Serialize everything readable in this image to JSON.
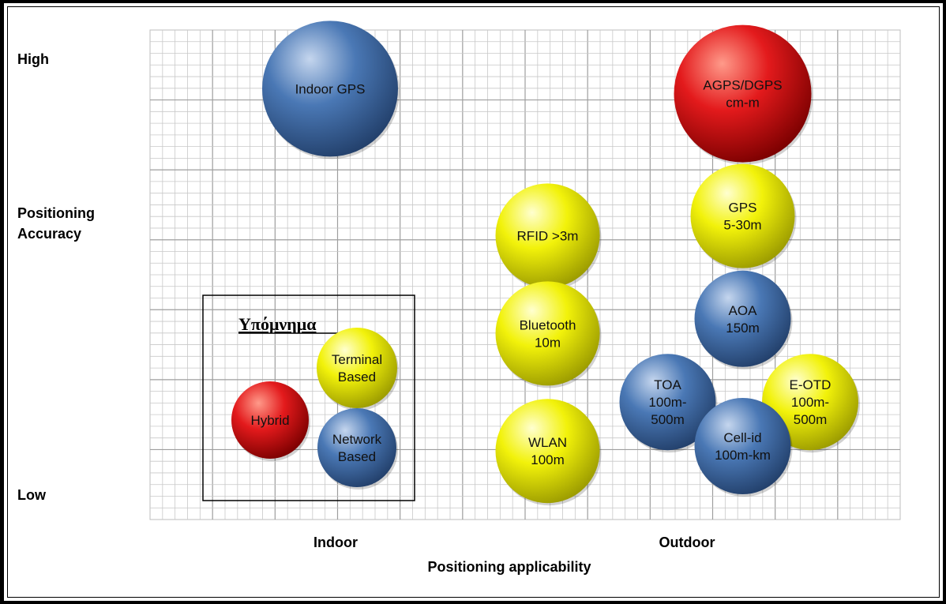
{
  "chart_data": {
    "type": "bubble",
    "title": "",
    "xlabel": "Positioning applicability",
    "ylabel": "Positioning Accuracy",
    "x_categories": [
      "Indoor",
      "Outdoor"
    ],
    "y_ticks": {
      "high": "High",
      "low": "Low"
    },
    "grid": true,
    "colors": {
      "hybrid": "#e31a1c",
      "network": "#4a78b5",
      "terminal": "#f2f20a"
    },
    "bubbles": [
      {
        "label": [
          "Indoor GPS"
        ],
        "type": "network",
        "x": 0.24,
        "y": 0.88,
        "size": 86
      },
      {
        "label": [
          "AGPS/DGPS",
          "cm-m"
        ],
        "type": "hybrid",
        "x": 0.79,
        "y": 0.87,
        "size": 87
      },
      {
        "label": [
          "GPS",
          "5-30m"
        ],
        "type": "terminal",
        "x": 0.79,
        "y": 0.62,
        "size": 66
      },
      {
        "label": [
          "RFID >3m"
        ],
        "type": "terminal",
        "x": 0.53,
        "y": 0.58,
        "size": 66
      },
      {
        "label": [
          "AOA",
          "150m"
        ],
        "type": "network",
        "x": 0.79,
        "y": 0.41,
        "size": 61
      },
      {
        "label": [
          "Bluetooth",
          "10m"
        ],
        "type": "terminal",
        "x": 0.53,
        "y": 0.38,
        "size": 66
      },
      {
        "label": [
          "TOA",
          "100m-",
          "500m"
        ],
        "type": "network",
        "x": 0.69,
        "y": 0.24,
        "size": 61
      },
      {
        "label": [
          "E-OTD",
          "100m-",
          "500m"
        ],
        "type": "terminal",
        "x": 0.88,
        "y": 0.24,
        "size": 61
      },
      {
        "label": [
          "Cell-id",
          "100m-km"
        ],
        "type": "network",
        "x": 0.79,
        "y": 0.15,
        "size": 61
      },
      {
        "label": [
          "WLAN",
          "100m"
        ],
        "type": "terminal",
        "x": 0.53,
        "y": 0.14,
        "size": 66
      }
    ],
    "legend": {
      "title": "Υπόμνημα",
      "items": [
        {
          "label": [
            "Terminal",
            "Based"
          ],
          "type": "terminal"
        },
        {
          "label": [
            "Hybrid"
          ],
          "type": "hybrid"
        },
        {
          "label": [
            "Network",
            "Based"
          ],
          "type": "network"
        }
      ]
    }
  }
}
